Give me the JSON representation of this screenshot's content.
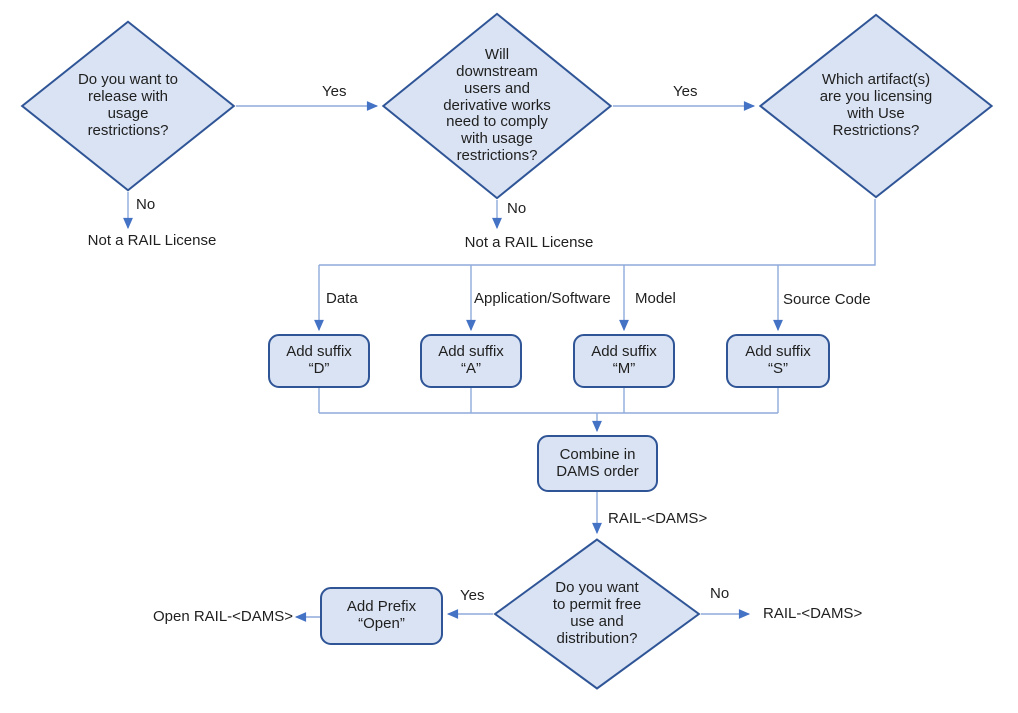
{
  "title": "RAIL license naming decision flowchart",
  "colors": {
    "canvas_bg": "#ffffff",
    "shape_fill": "#dae3f3",
    "shape_border": "#2f5597",
    "connector": "#8faadc",
    "arrowhead": "#4472c4",
    "text": "#1f1f1f"
  },
  "nodes": {
    "q_release": {
      "type": "decision",
      "text": "Do you want to\nrelease with\nusage\nrestrictions?"
    },
    "q_downstream": {
      "type": "decision",
      "text": "Will\ndownstream\nusers and\nderivative works\nneed to comply\nwith usage\nrestrictions?"
    },
    "q_artifact": {
      "type": "decision",
      "text": "Which artifact(s)\nare you licensing\nwith Use\nRestrictions?"
    },
    "suffix_d": {
      "type": "process",
      "text": "Add suffix\n“D”"
    },
    "suffix_a": {
      "type": "process",
      "text": "Add suffix\n“A”"
    },
    "suffix_m": {
      "type": "process",
      "text": "Add suffix\n“M”"
    },
    "suffix_s": {
      "type": "process",
      "text": "Add suffix\n“S”"
    },
    "combine": {
      "type": "process",
      "text": "Combine in\nDAMS order"
    },
    "q_free_use": {
      "type": "decision",
      "text": "Do you want\nto permit free\nuse and\ndistribution?"
    },
    "prefix_open": {
      "type": "process",
      "text": "Add Prefix\n“Open”"
    }
  },
  "labels": {
    "yes_1": "Yes",
    "yes_2": "Yes",
    "no_1": "No",
    "no_2": "No",
    "not_rail_1": "Not a RAIL License",
    "not_rail_2": "Not a RAIL License",
    "branch_data": "Data",
    "branch_app": "Application/Software",
    "branch_model": "Model",
    "branch_source": "Source Code",
    "rail_dams_mid": "RAIL-<DAMS>",
    "yes_3": "Yes",
    "no_3": "No",
    "open_rail_dams": "Open RAIL-<DAMS>",
    "rail_dams_right": "RAIL-<DAMS>"
  }
}
